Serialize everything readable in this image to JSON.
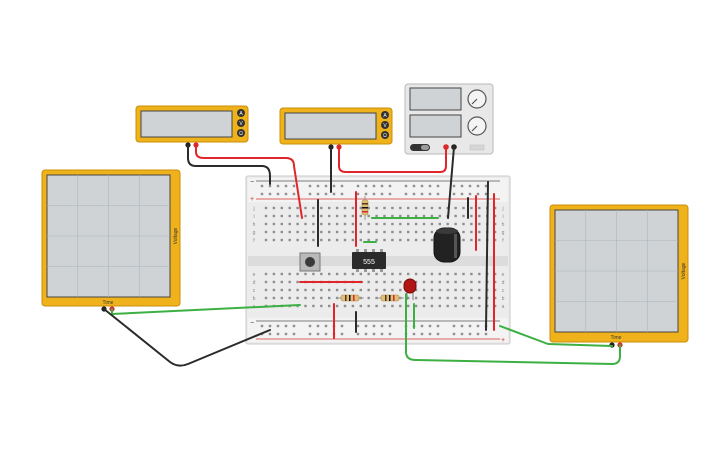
{
  "colors": {
    "instrument_frame": "#f0b21a",
    "screen": "#cfd3d6",
    "wire_red": "#e0262a",
    "wire_black": "#2b2b2b",
    "wire_green": "#3cb043",
    "breadboard": "#ececec",
    "power_supply": "#e8e8e8"
  },
  "multimeters": [
    {
      "modes": [
        "A",
        "V",
        "Ω"
      ]
    },
    {
      "modes": [
        "A",
        "V",
        "Ω"
      ]
    }
  ],
  "oscilloscope_left": {
    "x_label": "Time",
    "y_label": "Voltage"
  },
  "oscilloscope_right": {
    "x_label": "Time",
    "y_label": "Voltage"
  },
  "ic": {
    "label": "555"
  },
  "breadboard": {
    "row_letters_top": [
      "j",
      "i",
      "h",
      "g",
      "f"
    ],
    "row_letters_bottom": [
      "e",
      "d",
      "c",
      "b",
      "a"
    ],
    "rail_plus": "+",
    "rail_minus": "−"
  },
  "icons": [
    "knob-icon",
    "power-switch-icon",
    "probe-terminal-icon"
  ]
}
